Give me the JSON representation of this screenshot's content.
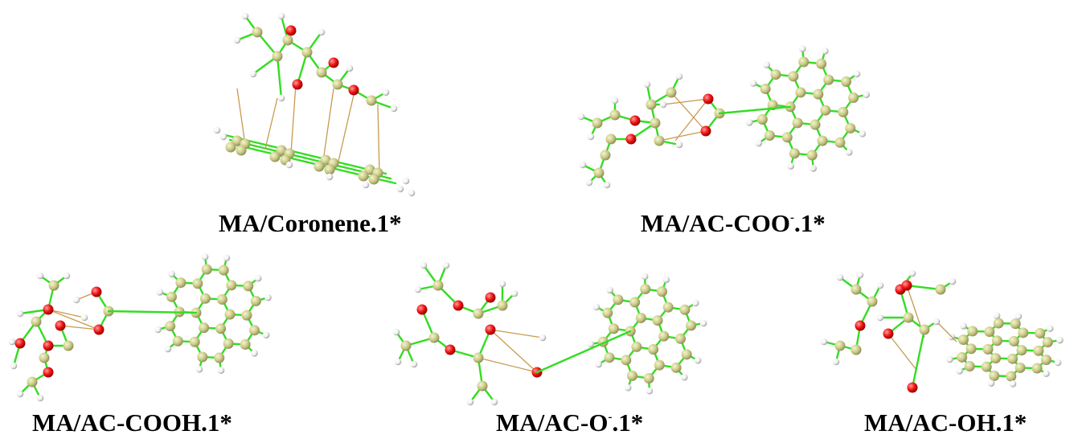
{
  "colors": {
    "bond": "#33dd22",
    "carbon": "#cccc88",
    "carbon_shade": "#8a8a55",
    "oxygen": "#ee1111",
    "hydrogen": "#f2f2f2",
    "hbond": "#c89a50"
  },
  "panels": [
    {
      "id": "p1",
      "label_main": "MA/Coronene.1",
      "label_sup": "",
      "label_end": "*"
    },
    {
      "id": "p2",
      "label_main": "MA/AC-COO",
      "label_sup": "-",
      "label_end": ".1*"
    },
    {
      "id": "p3",
      "label_main": "MA/AC-COOH.1",
      "label_sup": "",
      "label_end": "*"
    },
    {
      "id": "p4",
      "label_main": "MA/AC-O",
      "label_sup": "-",
      "label_end": ".1*"
    },
    {
      "id": "p5",
      "label_main": "MA/AC-OH.1",
      "label_sup": "",
      "label_end": "*"
    }
  ]
}
